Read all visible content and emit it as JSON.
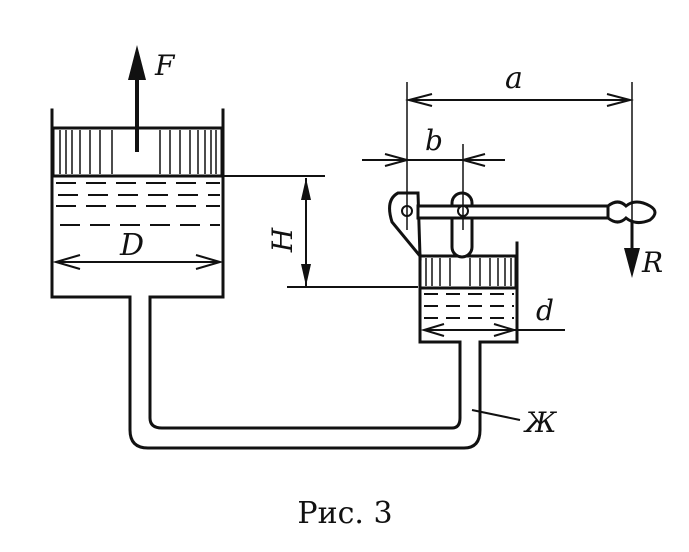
{
  "figure": {
    "caption": "Рис. 3",
    "labels": {
      "force_up": "F",
      "force_down": "R",
      "large_diameter": "D",
      "small_diameter": "d",
      "height": "H",
      "lever_long": "a",
      "lever_short": "b",
      "liquid": "Ж"
    }
  },
  "colors": {
    "ink": "#111111",
    "paper": "#ffffff"
  }
}
